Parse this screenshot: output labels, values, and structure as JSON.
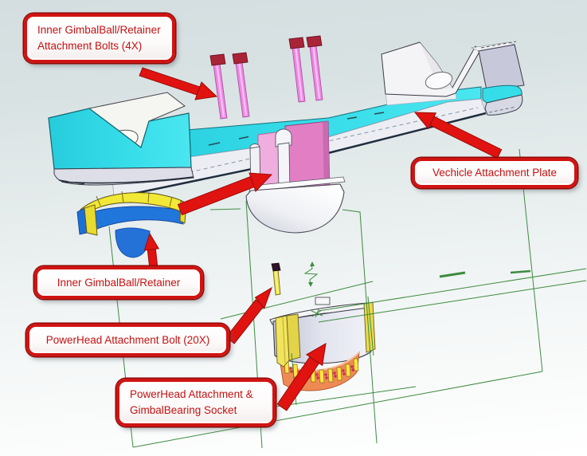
{
  "viewport": {
    "description": "CAD exploded assembly view of gimbal powerhead attachment"
  },
  "callouts": {
    "bolts": {
      "line1": "Inner GimbalBall/Retainer",
      "line2": "Attachment Bolts (4X)"
    },
    "plate": {
      "line1": "Vechicle Attachment Plate"
    },
    "retainer": {
      "line1": "Inner GimbalBall/Retainer"
    },
    "powerhead_bolt": {
      "line1": "PowerHead Attachment Bolt (20X)"
    },
    "socket": {
      "line1": "PowerHead Attachment &",
      "line2": "GimbalBearing Socket"
    }
  },
  "colors": {
    "callout_border": "#d01412",
    "callout_text": "#c31212",
    "arrow_red": "#e01310",
    "plate_cyan": "#2fd9e5",
    "bolt_pink": "#ef86e4",
    "bolt_head_red": "#aa2438",
    "retainer_blue": "#2176dc",
    "retainer_yellow": "#f2e836",
    "cylinder_pink": "#e27fc4",
    "socket_gray": "#d9dae6",
    "socket_orange": "#ef8a55",
    "stud_yellow": "#ffe63e",
    "sketch_green": "#3d8b40"
  }
}
